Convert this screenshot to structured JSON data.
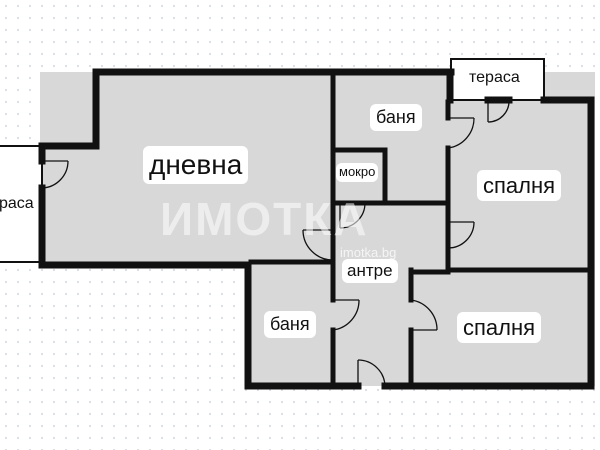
{
  "floor_plan": {
    "rooms": {
      "living": "дневна",
      "bath_top": "баня",
      "wet": "мокро",
      "bedroom_right": "спалня",
      "hall": "антре",
      "bath_bottom": "баня",
      "bedroom_bottom": "спалня",
      "terrace_left": "раса",
      "terrace_top": "тераса"
    },
    "watermark": "ИМОТКА",
    "watermark_sub": "imotka.bg",
    "colors": {
      "room_fill": "#d8d8d8",
      "terrace_fill": "#ffffff",
      "wall": "#111111",
      "background_dots": "#d6dbe2"
    }
  }
}
